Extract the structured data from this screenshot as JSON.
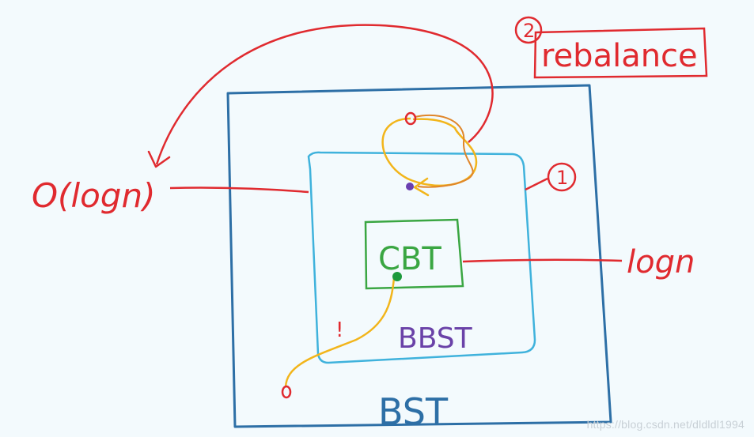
{
  "labels": {
    "bst": "BST",
    "bbst": "BBST",
    "cbt": "CBT",
    "logn": "logn",
    "o_logn": "O(logn)",
    "rebalance": "rebalance",
    "marker_one": "1",
    "marker_two": "2",
    "exclamation": "!"
  },
  "watermark": "https://blog.csdn.net/dldldl1994",
  "colors": {
    "bst": "#2d6fa6",
    "bbst": "#3fb2dc",
    "cbt": "#3aa642",
    "accent_red": "#e02a2f",
    "path_yellow": "#f2b51b",
    "path_orange": "#e0862a",
    "bbst_text": "#6a42a8",
    "cbt_text": "#3aa642",
    "node_purple": "#6a3fb0",
    "node_green": "#1d9a3c"
  }
}
